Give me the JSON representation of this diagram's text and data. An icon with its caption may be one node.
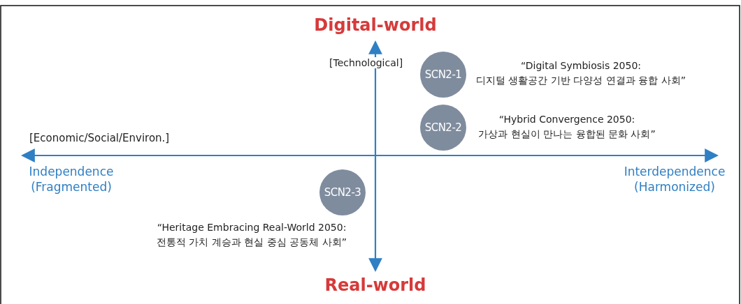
{
  "diagram": {
    "nodes": [
      {
        "text": [
          "SCN2-1"
        ],
        "beside": [
          "“Digital Symbiosis 2050: 디지털 생활공간 기반 다양성 연결과 융합 사회”"
        ]
      },
      {
        "text": [
          "SCN2-2"
        ],
        "beside": [
          "“Hybrid Convergence 2050: 가상과 현실이 만나는 융합된 문화 사회”"
        ]
      },
      {
        "text": [
          "SCN2-3"
        ],
        "beside": [
          "“Heritage Embracing Real-World 2050: 전통적 가치 계승과 현실 중심 공동체 사회”"
        ]
      }
    ],
    "labels": [
      "Digital-world",
      "[Technological]",
      "[Economic/Social/Environ.]",
      "Independence (Fragmented)",
      "Interdependence (Harmonized)",
      "Real-world"
    ]
  }
}
